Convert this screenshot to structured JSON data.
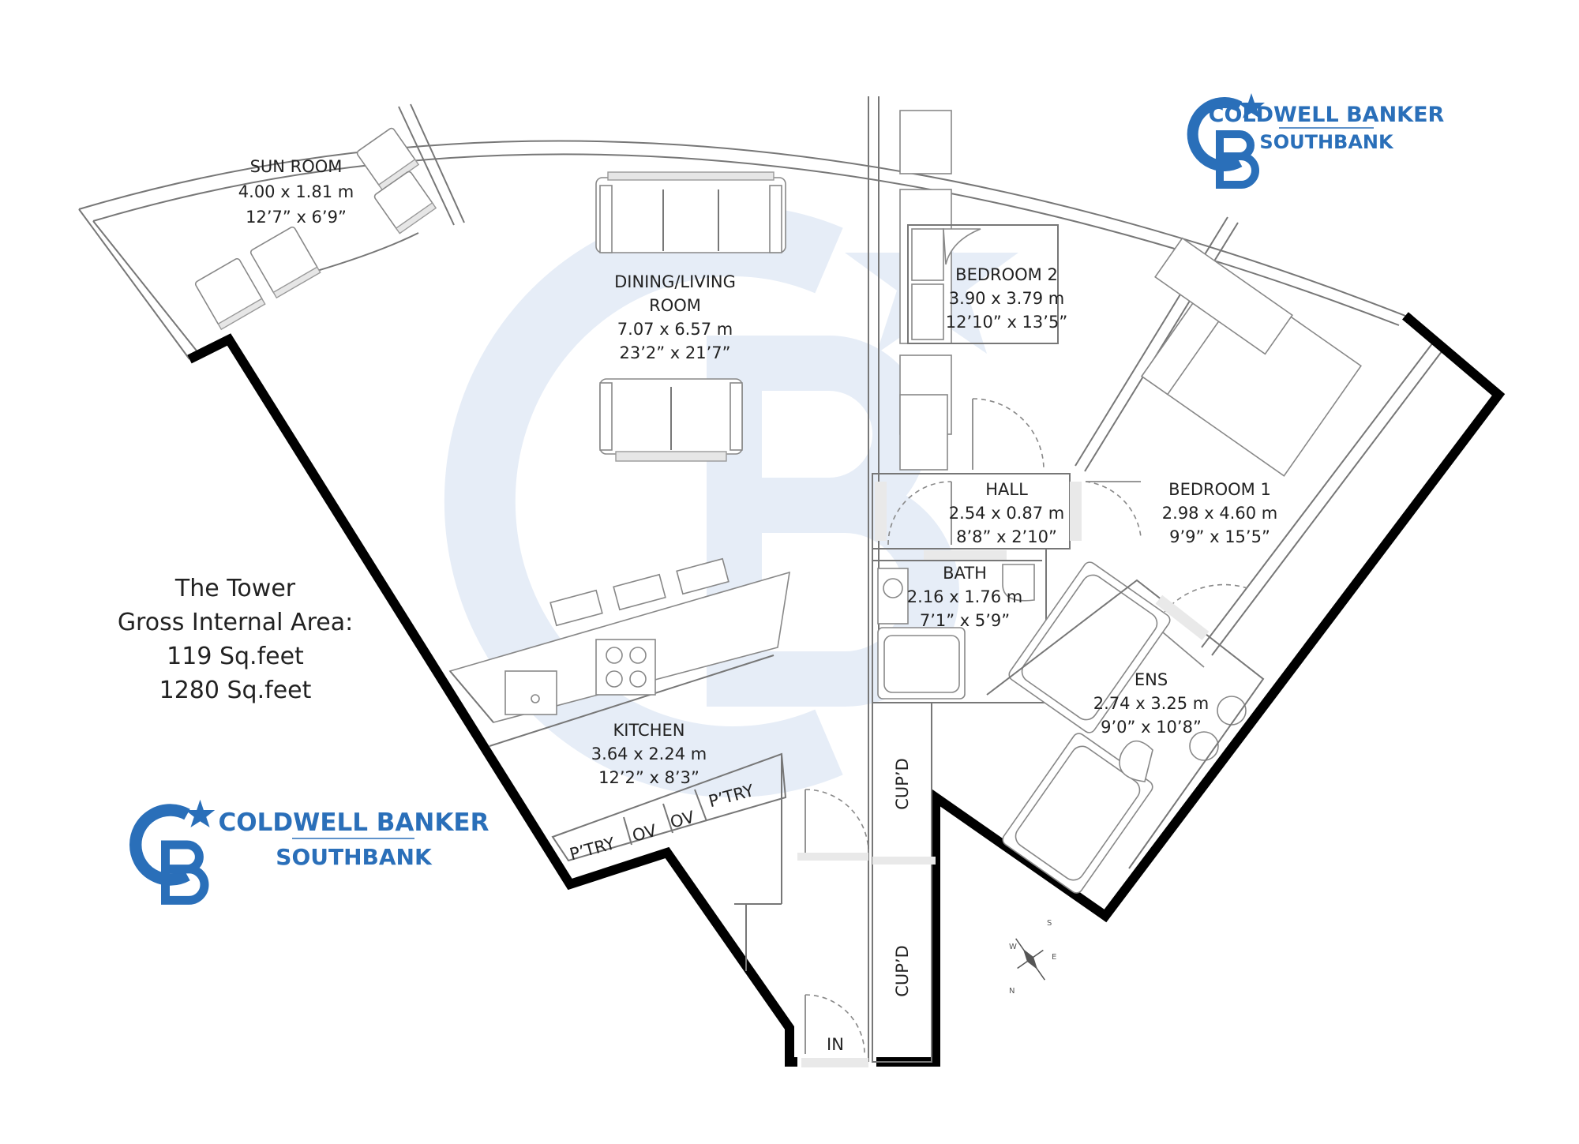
{
  "property": {
    "name": "The Tower",
    "area_label": "Gross Internal Area:",
    "area_values": [
      "119 Sq.feet",
      "1280 Sq.feet"
    ]
  },
  "brand": {
    "line1": "COLDWELL BANKER",
    "line2": "SOUTHBANK",
    "monogram": "CB",
    "color": "#2a6fb9",
    "watermark_color": "#e6edf7"
  },
  "rooms": {
    "sun_room": {
      "name": "SUN ROOM",
      "metric": "4.00 x 1.81 m",
      "imperial": "12’7” x 6’9”"
    },
    "living": {
      "name_line1": "DINING/LIVING",
      "name_line2": "ROOM",
      "metric": "7.07 x 6.57 m",
      "imperial": "23’2” x 21’7”"
    },
    "bedroom2": {
      "name": "BEDROOM 2",
      "metric": "3.90 x 3.79 m",
      "imperial": "12’10” x 13’5”"
    },
    "hall": {
      "name": "HALL",
      "metric": "2.54 x 0.87 m",
      "imperial": "8’8” x 2’10”"
    },
    "bedroom1": {
      "name": "BEDROOM 1",
      "metric": "2.98 x 4.60 m",
      "imperial": "9’9” x 15’5”"
    },
    "bath": {
      "name": "BATH",
      "metric": "2.16 x 1.76 m",
      "imperial": "7’1” x 5’9”"
    },
    "ens": {
      "name": "ENS",
      "metric": "2.74 x 3.25 m",
      "imperial": "9’0” x 10’8”"
    },
    "kitchen": {
      "name": "KITCHEN",
      "metric": "3.64 x 2.24 m",
      "imperial": "12’2” x 8’3”"
    }
  },
  "fixtures": {
    "pantry_left": "P’TRY",
    "oven_left": "OV",
    "oven_right": "OV",
    "pantry_right": "P’TRY",
    "cupboard_upper": "CUP’D",
    "cupboard_lower": "CUP’D",
    "entrance": "IN"
  },
  "compass": {
    "north": "N",
    "south": "S",
    "east": "E",
    "west": "W"
  },
  "icons": [
    "coldwell-banker-logo-icon",
    "star-icon",
    "compass-icon",
    "sofa-icon",
    "bed-icon",
    "hob-icon",
    "sink-icon",
    "toilet-icon",
    "bathtub-icon",
    "basin-icon"
  ]
}
